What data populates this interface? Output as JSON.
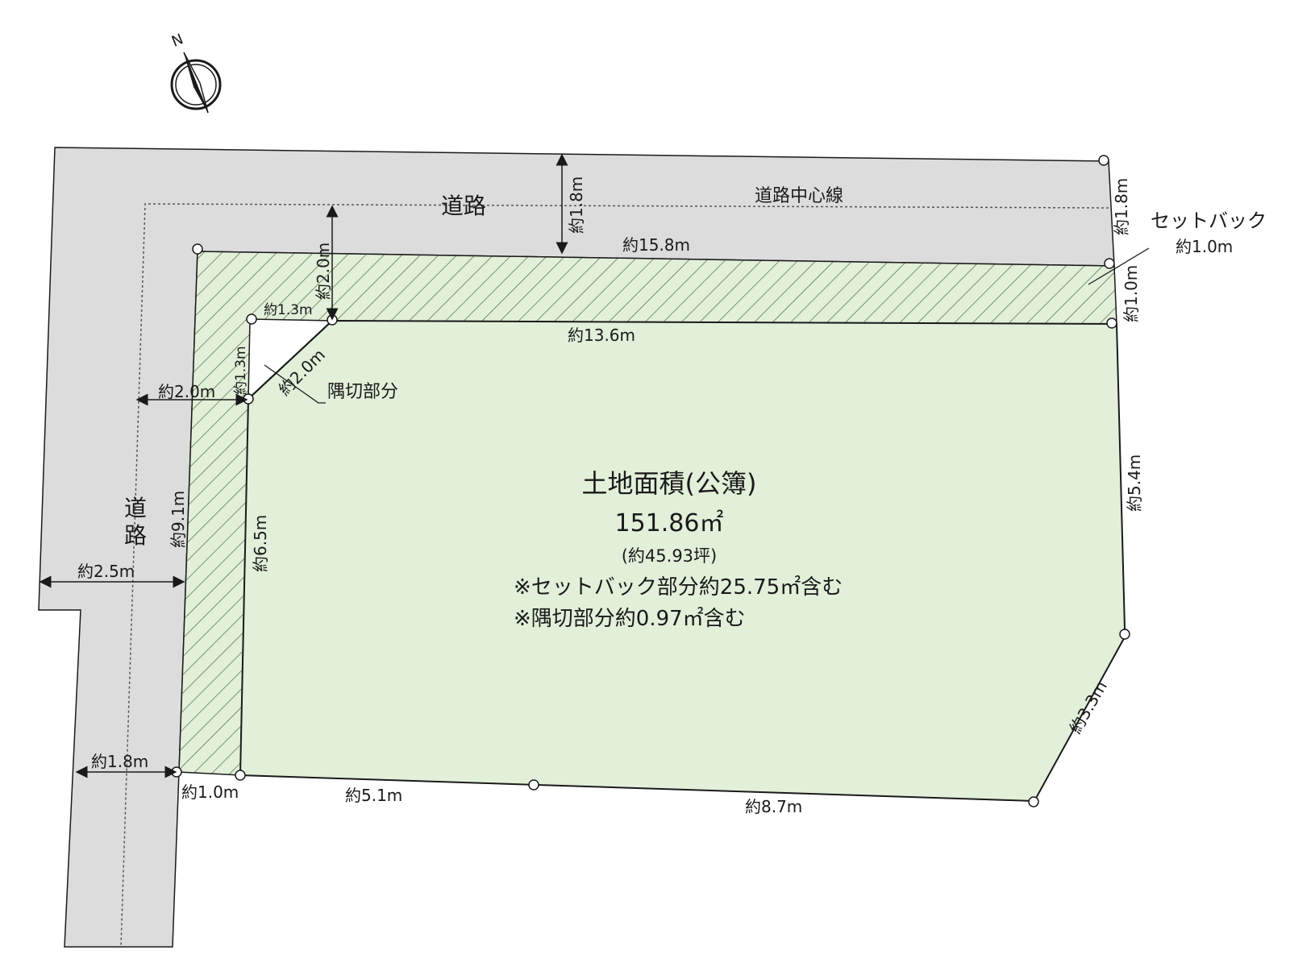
{
  "compass": {
    "label": "N"
  },
  "roads": {
    "north_label": "道路",
    "west_label": "道路",
    "centerline_label": "道路中心線"
  },
  "labels": {
    "setback_title": "セットバック",
    "setback_width": "約1.0m",
    "corner_cut": "隅切部分"
  },
  "dimensions": {
    "road_north_width": "約1.8m",
    "road_northeast_width": "約1.8m",
    "setback_depth": "約2.0m",
    "setback_east": "約1.0m",
    "north_setback_line": "約15.8m",
    "north_boundary": "約13.6m",
    "corner_top": "約1.3m",
    "corner_side": "約1.3m",
    "corner_cut": "約2.0m",
    "west_setback_depth": "約2.0m",
    "west_setback_line": "約9.1m",
    "west_boundary": "約6.5m",
    "road_west_width": "約2.5m",
    "road_west_lower": "約1.8m",
    "south_setback": "約1.0m",
    "south_west": "約5.1m",
    "south_east": "約8.7m",
    "east_upper": "約5.4m",
    "east_lower": "約3.3m"
  },
  "area": {
    "title": "土地面積(公簿)",
    "value": "151.86㎡",
    "tsubo": "(約45.93坪)",
    "setback_note": "※セットバック部分約25.75㎡含む",
    "corner_note": "※隅切部分約0.97㎡含む"
  },
  "colors": {
    "road": "#dcdcdc",
    "lot": "#e2efd9",
    "setback_hatch": "#4f6b3f",
    "line": "#1a1a1a"
  }
}
